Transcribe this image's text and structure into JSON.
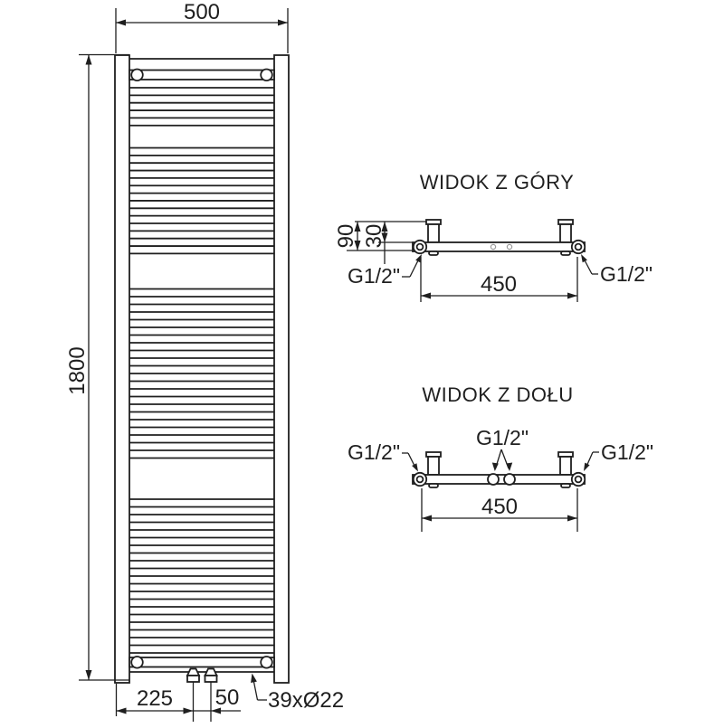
{
  "front_view": {
    "width_label": "500",
    "height_label": "1800",
    "offset_label": "225",
    "spacing_label": "50",
    "rungs_label": "39xØ22"
  },
  "top_view": {
    "title": "WIDOK Z GÓRY",
    "depth_label": "90",
    "wall_distance_label": "30",
    "connection_spacing_label": "450",
    "left_connection_label": "G1/2\"",
    "right_connection_label": "G1/2\""
  },
  "bottom_view": {
    "title": "WIDOK Z DOŁU",
    "connection_spacing_label": "450",
    "left_connection_label": "G1/2\"",
    "center_connection_label": "G1/2\"",
    "right_connection_label": "G1/2\""
  },
  "colors": {
    "background": "#ffffff",
    "line": "#1f1f1f"
  }
}
